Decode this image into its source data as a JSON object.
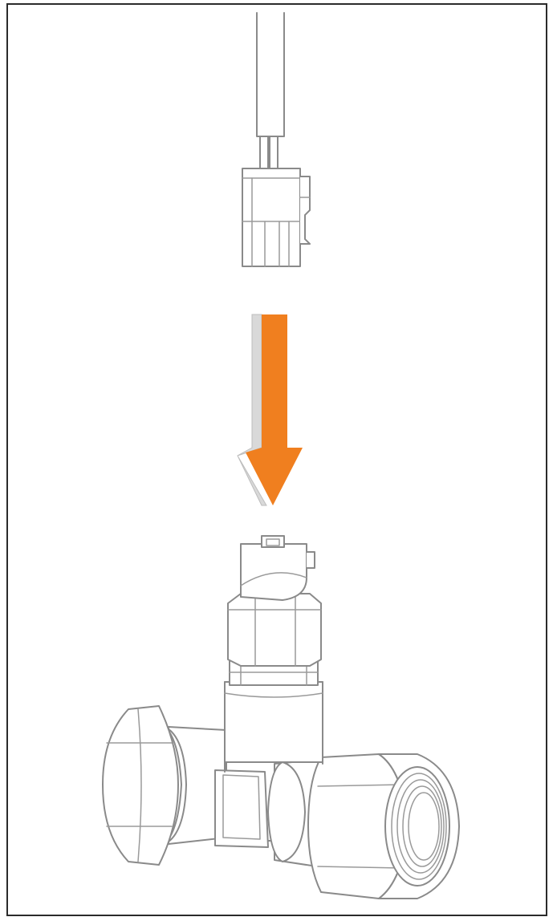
{
  "diagram": {
    "steps": [
      {
        "id": "connector",
        "icon": "cable-connector-icon"
      },
      {
        "id": "direction",
        "icon": "down-arrow-icon"
      },
      {
        "id": "sensor",
        "icon": "flow-sensor-tee-icon"
      }
    ],
    "colors": {
      "accent": "#f07f1f",
      "arrow_shadow": "#d9d9d9",
      "line": "#8a8a8a",
      "border": "#2b2b2b",
      "background": "#ffffff"
    }
  }
}
